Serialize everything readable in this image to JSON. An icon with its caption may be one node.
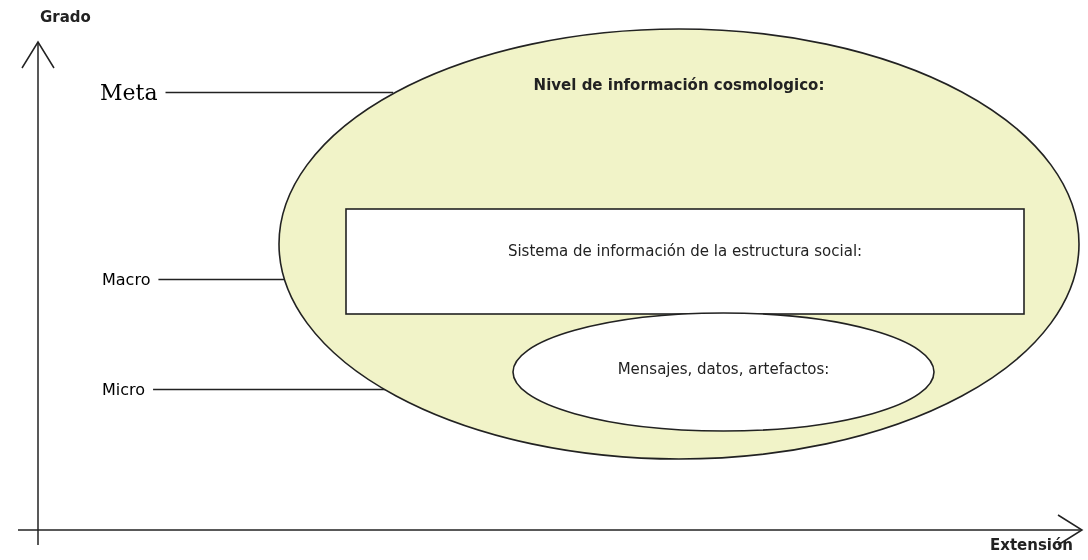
{
  "diagram": {
    "nodes": [
      {
        "text": [
          "Nivel de información cosmologico:"
        ]
      },
      {
        "text": [
          "Sistema de información de la estructura social:"
        ],
        "in": 0
      },
      {
        "text": [
          "Mensajes, datos, artefactos:"
        ],
        "in": 0
      },
      {
        "text": [
          "Meta"
        ]
      },
      {
        "text": [
          "Macro"
        ]
      },
      {
        "text": [
          "Micro"
        ]
      }
    ],
    "edges": [
      {
        "from": 3,
        "to": 0,
        "arrow": "none"
      },
      {
        "from": 4,
        "to": 1,
        "arrow": "none"
      },
      {
        "from": 5,
        "to": 2,
        "arrow": "none"
      }
    ],
    "labels": [
      "Grado",
      "Extensión"
    ]
  }
}
